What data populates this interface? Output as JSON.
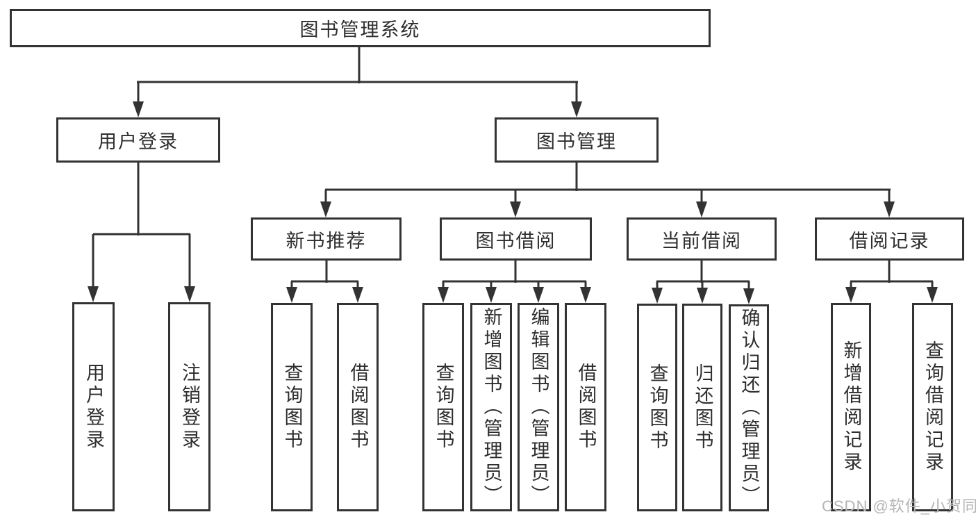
{
  "tree": {
    "root": {
      "label": "图书管理系统"
    },
    "branches": [
      {
        "label": "用户登录",
        "children": [
          {
            "label": "用户登录"
          },
          {
            "label": "注销登录"
          }
        ]
      },
      {
        "label": "图书管理",
        "children": [
          {
            "label": "新书推荐",
            "children": [
              {
                "label": "查询图书"
              },
              {
                "label": "借阅图书"
              }
            ]
          },
          {
            "label": "图书借阅",
            "children": [
              {
                "label": "查询图书"
              },
              {
                "label": "新增图书（管理员）"
              },
              {
                "label": "编辑图书（管理员）"
              },
              {
                "label": "借阅图书"
              }
            ]
          },
          {
            "label": "当前借阅",
            "children": [
              {
                "label": "查询图书"
              },
              {
                "label": "归还图书"
              },
              {
                "label": "确认归还（管理员）"
              }
            ]
          },
          {
            "label": "借阅记录",
            "children": [
              {
                "label": "新增借阅记录"
              },
              {
                "label": "查询借阅记录"
              }
            ]
          }
        ]
      }
    ]
  },
  "watermark": "CSDN @软件_小贺同学",
  "colors": {
    "line": "#333333",
    "text": "#2e2e2e",
    "box_bg": "#ffffff",
    "watermark": "#b5b5b5"
  }
}
